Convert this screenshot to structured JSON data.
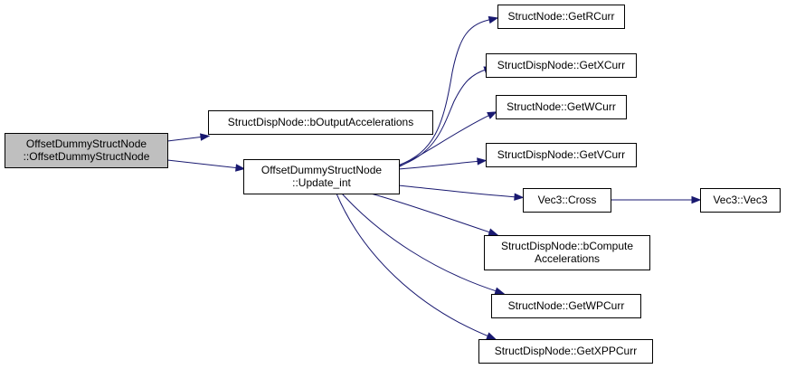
{
  "nodes": {
    "root": {
      "lines": [
        "OffsetDummyStructNode",
        "::OffsetDummyStructNode"
      ],
      "highlighted": true
    },
    "boutput": {
      "lines": [
        "StructDispNode::bOutputAccelerations"
      ]
    },
    "update": {
      "lines": [
        "OffsetDummyStructNode",
        "::Update_int"
      ]
    },
    "getrcurr": {
      "lines": [
        "StructNode::GetRCurr"
      ]
    },
    "getxcurr": {
      "lines": [
        "StructDispNode::GetXCurr"
      ]
    },
    "getwcurr": {
      "lines": [
        "StructNode::GetWCurr"
      ]
    },
    "getvcurr": {
      "lines": [
        "StructDispNode::GetVCurr"
      ]
    },
    "cross": {
      "lines": [
        "Vec3::Cross"
      ]
    },
    "vec3": {
      "lines": [
        "Vec3::Vec3"
      ]
    },
    "bcompute": {
      "lines": [
        "StructDispNode::bCompute",
        "Accelerations"
      ]
    },
    "getwpcurr": {
      "lines": [
        "StructNode::GetWPCurr"
      ]
    },
    "getxppcurr": {
      "lines": [
        "StructDispNode::GetXPPCurr"
      ]
    }
  },
  "edges": [
    [
      "root",
      "boutput"
    ],
    [
      "root",
      "update"
    ],
    [
      "update",
      "getrcurr"
    ],
    [
      "update",
      "getxcurr"
    ],
    [
      "update",
      "getwcurr"
    ],
    [
      "update",
      "getvcurr"
    ],
    [
      "update",
      "cross"
    ],
    [
      "update",
      "bcompute"
    ],
    [
      "update",
      "getwpcurr"
    ],
    [
      "update",
      "getxppcurr"
    ],
    [
      "cross",
      "vec3"
    ]
  ],
  "colors": {
    "edge": "#191970",
    "root_fill": "#bfbfbf",
    "node_fill": "#ffffff",
    "node_border": "#000000"
  }
}
